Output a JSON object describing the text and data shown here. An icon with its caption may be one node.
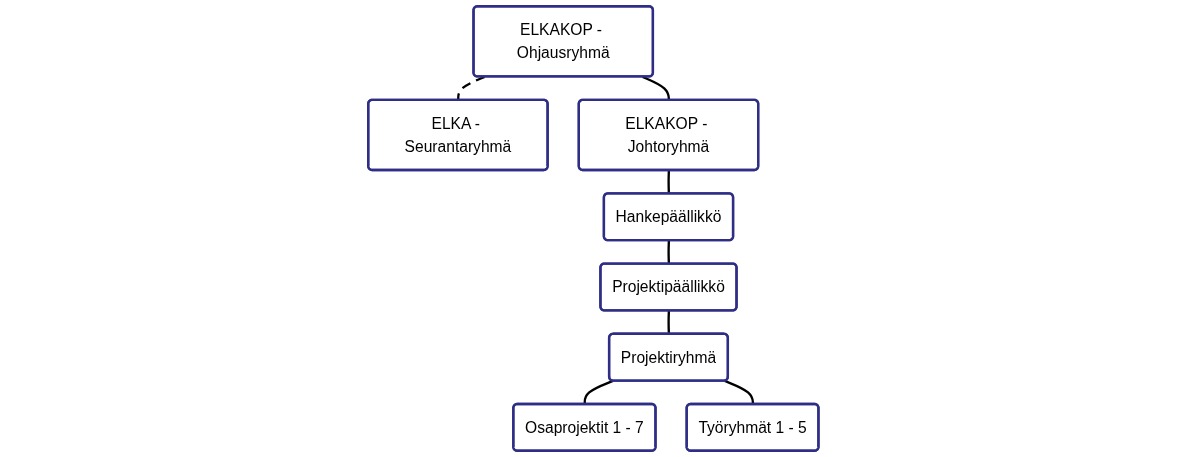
{
  "diagram": {
    "nodes": [
      {
        "text": [
          "ELKAKOP - Ohjausryhmä"
        ]
      },
      {
        "text": [
          "ELKA - Seurantaryhmä"
        ]
      },
      {
        "text": [
          "ELKAKOP - Johtoryhmä"
        ]
      },
      {
        "text": [
          "Hankepäällikkö"
        ]
      },
      {
        "text": [
          "Projektipäällikkö"
        ]
      },
      {
        "text": [
          "Projektiryhmä"
        ]
      },
      {
        "text": [
          "Osaprojektit 1 - 7"
        ]
      },
      {
        "text": [
          "Työryhmät 1 - 5"
        ]
      }
    ],
    "edges": [
      {
        "from": 0,
        "to": 1,
        "arrow": "none",
        "style": "dashed"
      },
      {
        "from": 0,
        "to": 2,
        "arrow": "none"
      },
      {
        "from": 2,
        "to": 3,
        "arrow": "none"
      },
      {
        "from": 3,
        "to": 4,
        "arrow": "none"
      },
      {
        "from": 4,
        "to": 5,
        "arrow": "none"
      },
      {
        "from": 5,
        "to": 6,
        "arrow": "none"
      },
      {
        "from": 5,
        "to": 7,
        "arrow": "none"
      }
    ]
  }
}
